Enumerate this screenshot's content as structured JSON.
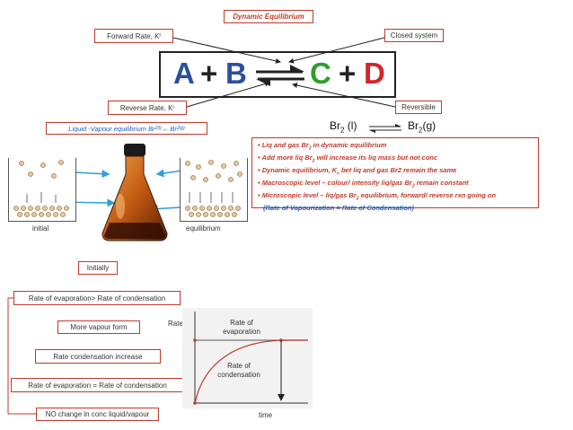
{
  "title": "Dynamic Equilibrium",
  "labels": {
    "forward_rate": "Forward Rate, K",
    "forward_sub": "f",
    "reverse_rate": "Reverse Rate, K",
    "reverse_sub": "r",
    "closed_system": "Closed system",
    "reversible": "Reversible"
  },
  "equation": {
    "a": "A",
    "plus1": "+",
    "b": "B",
    "c": "C",
    "plus2": "+",
    "d": "D"
  },
  "liquid_vapour": {
    "text": "Liquid -Vapour equilibrium Br",
    "sub1": "2(l)",
    "arrow": " ↔ Br",
    "sub2": "2(g)"
  },
  "br2_equation": {
    "left": "Br",
    "left_sub": "2",
    "left_state": " (l)",
    "right": "Br",
    "right_sub": "2",
    "right_state": "(g)"
  },
  "bullets": [
    {
      "a": "Liq and gas Br",
      "sub": "2",
      "b": " in dynamic equilibrium"
    },
    {
      "a": "Add more liq Br",
      "sub": "2",
      "b": " will increase its liq mass but not  conc"
    },
    {
      "a": "Dynamic equilibrium, K",
      "sub": "c",
      "b": " bet liq and gas Br2 remain the same"
    },
    {
      "a": "Macroscopic level – colour/ intensity liq/gas Br",
      "sub": "2",
      "b": " remain constant"
    },
    {
      "a": "Microscopic level – liq/gas Br",
      "sub": "2",
      "b": "  equilibrium, forward/ reverse rxn going on"
    }
  ],
  "bullet_note": "(Rate of Vapourization = Rate of Condensation)",
  "image_captions": {
    "initial": "initial",
    "equilibrium": "equilibrium"
  },
  "flow": [
    "Initially",
    "Rate of evaporation> Rate of condensation",
    "More vapour form",
    "Rate condensation increase",
    "Rate of evaporation = Rate of condensation",
    "NO change in conc liquid/vapour"
  ],
  "graph": {
    "ylabel": "Rate",
    "xlabel": "time",
    "evap_label_1": "Rate of",
    "evap_label_2": "evaporation",
    "cond_label_1": "Rate of",
    "cond_label_2": "condensation"
  },
  "colors": {
    "accent_red": "#c0392b",
    "blue": "#1f5fbf",
    "eq_blue": "#2b4f9e",
    "eq_green": "#2e9e2e",
    "eq_red": "#d6232a",
    "arrow_blue": "#2f9fd8"
  }
}
